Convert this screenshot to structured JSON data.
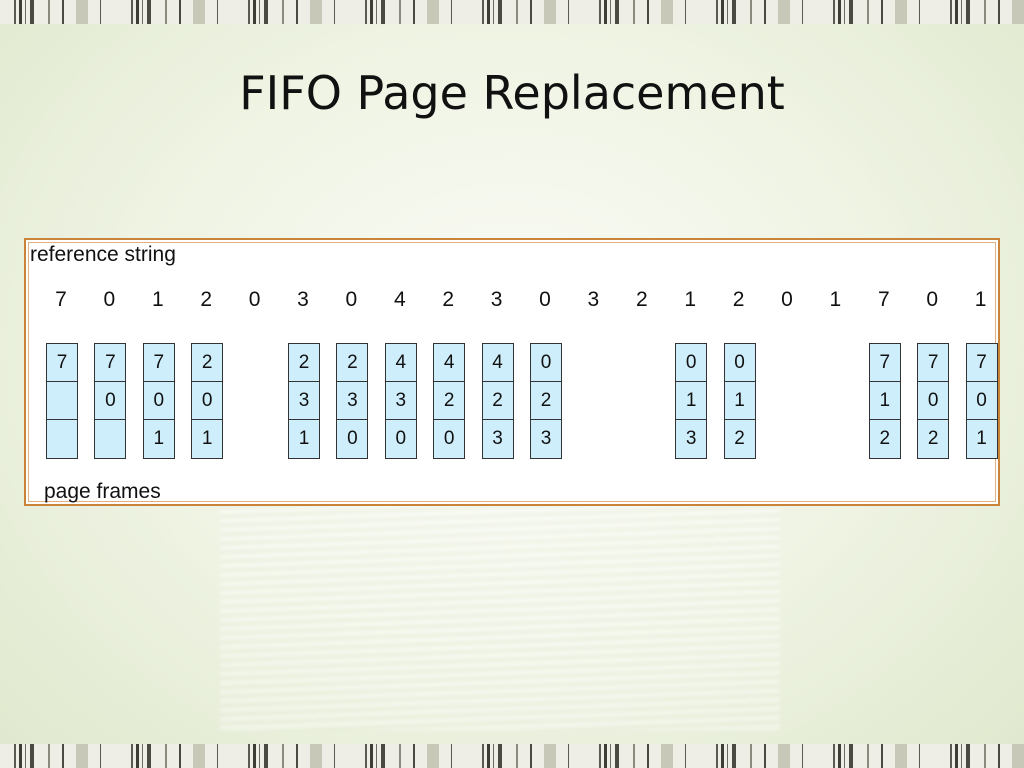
{
  "title": "FIFO Page Replacement",
  "figure": {
    "reference_label": "reference string",
    "frames_label": "page frames",
    "reference_string": [
      "7",
      "0",
      "1",
      "2",
      "0",
      "3",
      "0",
      "4",
      "2",
      "3",
      "0",
      "3",
      "2",
      "1",
      "2",
      "0",
      "1",
      "7",
      "0",
      "1"
    ],
    "frames": [
      [
        "7",
        "",
        ""
      ],
      [
        "7",
        "0",
        ""
      ],
      [
        "7",
        "0",
        "1"
      ],
      [
        "2",
        "0",
        "1"
      ],
      null,
      [
        "2",
        "3",
        "1"
      ],
      [
        "2",
        "3",
        "0"
      ],
      [
        "4",
        "3",
        "0"
      ],
      [
        "4",
        "2",
        "0"
      ],
      [
        "4",
        "2",
        "3"
      ],
      [
        "0",
        "2",
        "3"
      ],
      null,
      null,
      [
        "0",
        "1",
        "3"
      ],
      [
        "0",
        "1",
        "2"
      ],
      null,
      null,
      [
        "7",
        "1",
        "2"
      ],
      [
        "7",
        "0",
        "2"
      ],
      [
        "7",
        "0",
        "1"
      ]
    ],
    "colors": {
      "frame_fill": "#cfeefc",
      "border_accent": "#c9843a"
    }
  }
}
